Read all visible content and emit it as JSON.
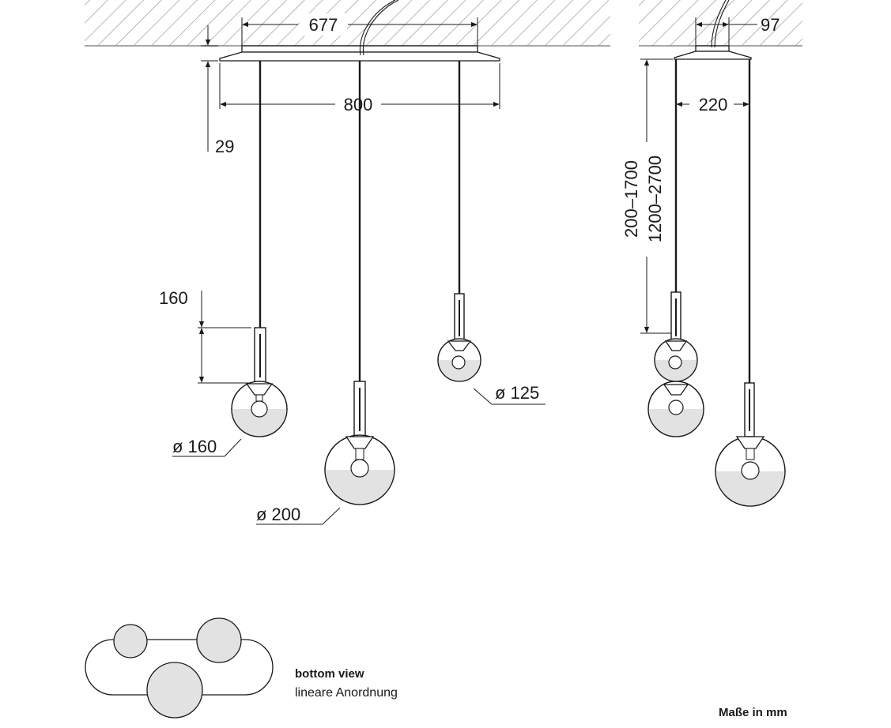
{
  "dimensions": {
    "mount_width": "677",
    "canopy_width": "800",
    "canopy_height": "29",
    "fixture_length": "160",
    "globe_small": "ø 125",
    "globe_medium": "ø 160",
    "globe_large": "ø 200",
    "side_mount_width": "97",
    "side_spacing": "220",
    "cable_length_short": "200–1700",
    "cable_length_long": "1200–2700"
  },
  "captions": {
    "bottom_view_title": "bottom view",
    "bottom_view_subtitle": "lineare Anordnung",
    "units_note": "Maße in mm"
  },
  "colors": {
    "line": "#1a1a1a",
    "glass": "#e2e2e2",
    "hatch": "#9a9a9a"
  }
}
